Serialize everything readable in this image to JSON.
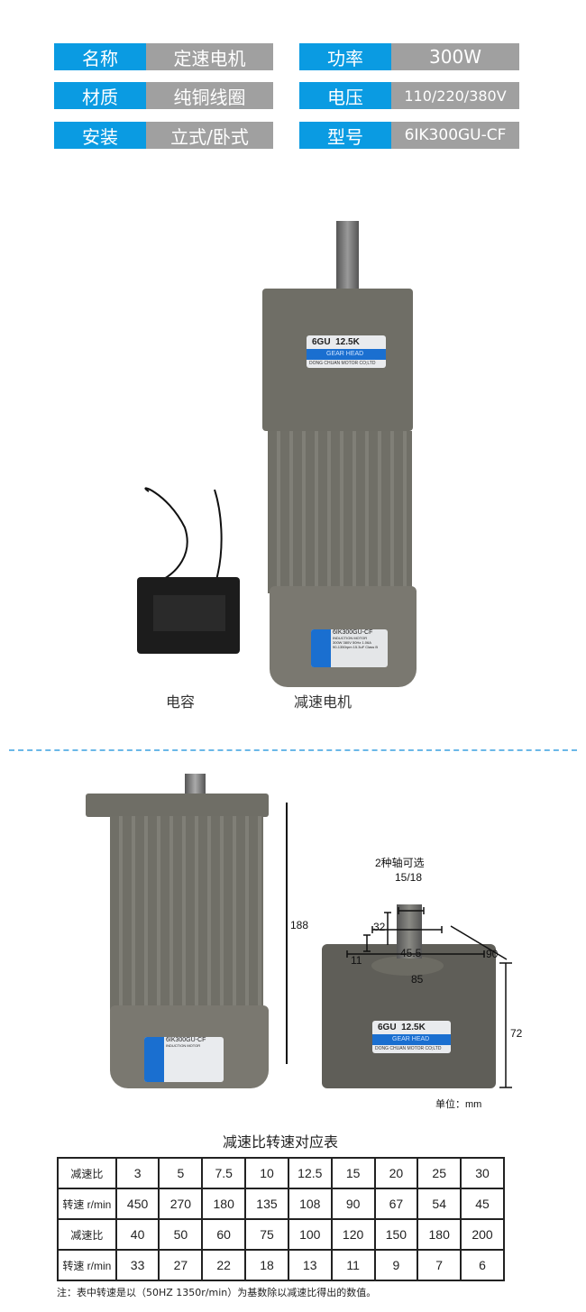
{
  "specs": [
    {
      "label": "名称",
      "value": "定速电机"
    },
    {
      "label": "功率",
      "value": "300W"
    },
    {
      "label": "材质",
      "value": "纯铜线圈"
    },
    {
      "label": "电压",
      "value": "110/220/380V"
    },
    {
      "label": "安装",
      "value": "立式/卧式"
    },
    {
      "label": "型号",
      "value": "6IK300GU-CF"
    }
  ],
  "gearhead_plate": {
    "model": "6GU",
    "ratio": "12.5K",
    "type": "GEAR HEAD",
    "maker": "DONG CHUAN MOTOR CO;LTD"
  },
  "motor_plate": {
    "model": "6IK300GU-CF",
    "type": "INDUCTION MOTOR",
    "specs": "300W 380V 50Hz 1.06A",
    "speed": "90-1350rpm  15.3uF Class B"
  },
  "captions": {
    "capacitor": "电容",
    "motor": "减速电机"
  },
  "dimensions": {
    "height": "188",
    "shaft_options": "2种轴可选",
    "shaft_dia": "15/18",
    "shaft_len": "32",
    "boss_height": "11",
    "boss_dia": "45.5",
    "width": "85",
    "depth": "90",
    "box_height": "72",
    "unit": "单位：mm"
  },
  "table": {
    "title": "减速比转速对应表",
    "rows": [
      [
        "减速比",
        "3",
        "5",
        "7.5",
        "10",
        "12.5",
        "15",
        "20",
        "25",
        "30"
      ],
      [
        "转速 r/min",
        "450",
        "270",
        "180",
        "135",
        "108",
        "90",
        "67",
        "54",
        "45"
      ],
      [
        "减速比",
        "40",
        "50",
        "60",
        "75",
        "100",
        "120",
        "150",
        "180",
        "200"
      ],
      [
        "转速 r/min",
        "33",
        "27",
        "22",
        "18",
        "13",
        "11",
        "9",
        "7",
        "6"
      ]
    ],
    "note": "注：表中转速是以（50HZ  1350r/min）为基数除以减速比得出的数值。"
  },
  "colors": {
    "accent": "#0a9be2",
    "value_bg": "#a0a0a0",
    "motor": "#6b6a62"
  }
}
